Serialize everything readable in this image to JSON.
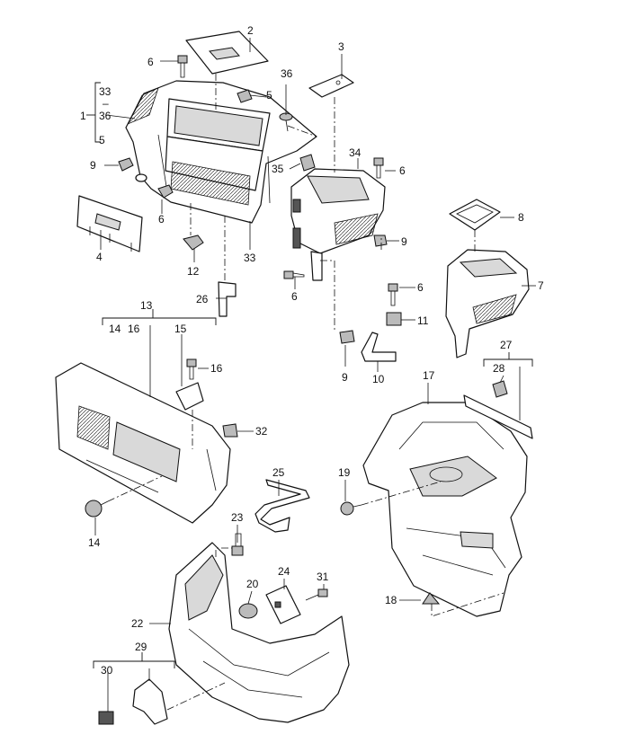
{
  "diagram": {
    "labels": {
      "p1": "1",
      "p2": "2",
      "p3": "3",
      "p4": "4",
      "p5a": "5",
      "p5b": "5",
      "p6a": "6",
      "p6b": "6",
      "p6c": "6",
      "p6d": "6",
      "p6e": "6",
      "p7": "7",
      "p8": "8",
      "p9a": "9",
      "p9b": "9",
      "p9c": "9",
      "p10": "10",
      "p11": "11",
      "p12": "12",
      "p13": "13",
      "p14a": "14",
      "p14b": "14",
      "p15": "15",
      "p16a": "16",
      "p16b": "16",
      "p17": "17",
      "p18": "18",
      "p19": "19",
      "p20": "20",
      "p22": "22",
      "p23": "23",
      "p24": "24",
      "p25": "25",
      "p26": "26",
      "p27": "27",
      "p28": "28",
      "p29": "29",
      "p30": "30",
      "p31": "31",
      "p32": "32",
      "p33a": "33",
      "p33b": "33",
      "p34": "34",
      "p35": "35",
      "p36a": "36",
      "p36b": "36"
    },
    "group1_members": [
      "33",
      "36",
      "5"
    ],
    "group1_dash": "–"
  }
}
